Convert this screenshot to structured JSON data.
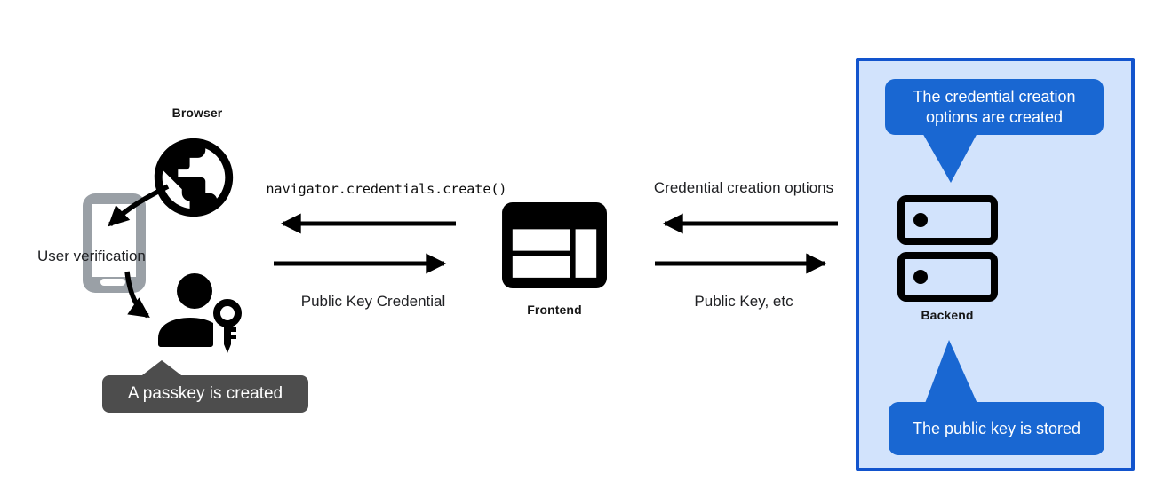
{
  "colors": {
    "bubble_blue": "#1967d2",
    "panel_border_blue": "#1254cd",
    "panel_fill_blue": "#d2e3fc",
    "tooltip_gray": "#4d4d4d",
    "phone_gray": "#9aa0a6",
    "arrow_black": "#000000"
  },
  "left": {
    "browser_label": "Browser",
    "user_verification_label": "User verification",
    "tooltip_text": "A passkey is created"
  },
  "middle": {
    "navigator_call": "navigator.credentials.create()",
    "public_key_credential_label": "Public Key Credential",
    "frontend_label": "Frontend"
  },
  "right_flow": {
    "credential_creation_options_label": "Credential creation options",
    "public_key_etc_label": "Public Key, etc"
  },
  "backend_panel": {
    "credential_options_bubble": "The credential creation options are created",
    "backend_label": "Backend",
    "public_key_stored_bubble": "The public key is stored"
  },
  "icons": {
    "globe": "globe-browser",
    "phone": "smartphone",
    "person_key": "person-with-key-passkey",
    "frontend": "browser-window-layout",
    "backend": "server-stack"
  }
}
